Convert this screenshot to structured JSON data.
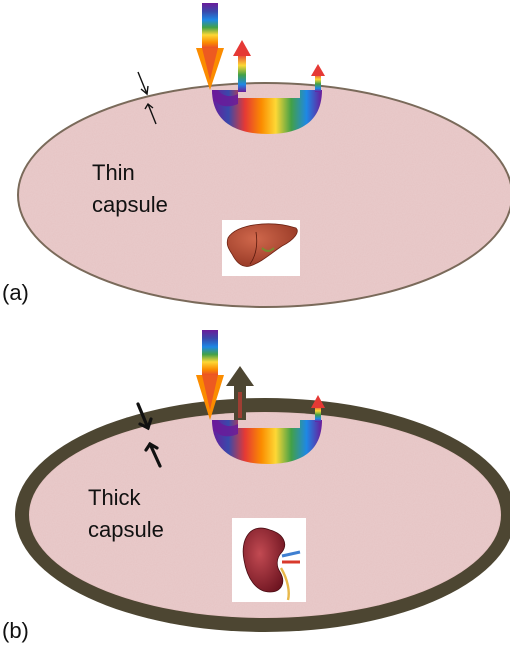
{
  "panels": [
    {
      "id": "a",
      "panel_label": "(a)",
      "capsule_label_line1": "Thin",
      "capsule_label_line2": "capsule",
      "capsule_thickness": "thin",
      "organ_icon": "liver-icon"
    },
    {
      "id": "b",
      "panel_label": "(b)",
      "capsule_label_line1": "Thick",
      "capsule_label_line2": "capsule",
      "capsule_thickness": "thick",
      "organ_icon": "kidney-icon"
    }
  ],
  "colors": {
    "tissue_fill": "#e6c3c3",
    "tissue_edge": "#7a6a5a",
    "thick_capsule": "#4d4632",
    "liver": "#b5452f",
    "kidney": "#8e1f2a",
    "spectrum": [
      "#6a1b9a",
      "#3949ab",
      "#1e88e5",
      "#43a047",
      "#fdd835",
      "#fb8c00",
      "#e53935"
    ]
  }
}
